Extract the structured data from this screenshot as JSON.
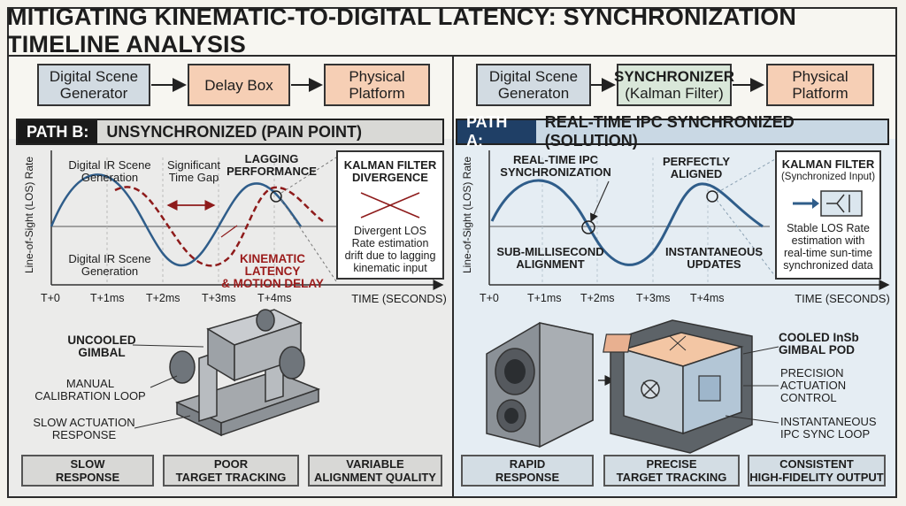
{
  "title": "MITIGATING KINEMATIC-TO-DIGITAL LATENCY: SYNCHRONIZATION TIMELINE ANALYSIS",
  "left": {
    "flow": [
      {
        "label": "Digital Scene\nGenerator"
      },
      {
        "label": "Delay Box"
      },
      {
        "label": "Physical\nPlatform"
      }
    ],
    "header_tag": "PATH B:",
    "header_text": "UNSYNCHRONIZED (PAIN POINT)",
    "y_axis": "Line-of-Sight (LOS) Rate",
    "x_axis": "TIME (SECONDS)",
    "ticks": [
      "T+0",
      "T+1ms",
      "T+2ms",
      "T+3ms",
      "T+4ms"
    ],
    "label_ir_top": "Digital IR Scene\nGeneration",
    "label_gap": "Significant\nTime Gap",
    "label_lagging": "LAGGING\nPERFORMANCE",
    "label_ir_bottom": "Digital IR Scene\nGeneration",
    "label_latency": "KINEMATIC LATENCY\n& MOTION DELAY",
    "callout_title": "KALMAN FILTER\nDIVERGENCE",
    "callout_text": "Divergent LOS\nRate estimation\ndrift due to lagging\nkinematic input",
    "hw_title": "UNCOOLED\nGIMBAL",
    "hw_label1": "MANUAL\nCALIBRATION LOOP",
    "hw_label2": "SLOW ACTUATION\nRESPONSE",
    "footer": [
      "SLOW\nRESPONSE",
      "POOR\nTARGET TRACKING",
      "VARIABLE\nALIGNMENT QUALITY"
    ]
  },
  "right": {
    "flow": [
      {
        "label": "Digital Scene\nGeneraton"
      },
      {
        "label": "SYNCHRONIZER",
        "sub": "(Kalman Filter)"
      },
      {
        "label": "Physical\nPlatform"
      }
    ],
    "header_tag": "PATH A:",
    "header_text": "REAL-TIME IPC SYNCHRONIZED (SOLUTION)",
    "y_axis": "Line-of-Sight (LOS) Rate",
    "x_axis": "TIME (SECONDS)",
    "ticks": [
      "T+0",
      "T+1ms",
      "T+2ms",
      "T+3ms",
      "T+4ms"
    ],
    "label_realtime": "REAL-TIME IPC\nSYNCHRONIZATION",
    "label_aligned": "PERFECTLY ALIGNED",
    "label_submilli": "SUB-MILLISECOND\nALIGNMENT",
    "label_instant": "INSTANTANEOUS\nUPDATES",
    "callout_title": "KALMAN FILTER",
    "callout_sub": "(Synchronized Input)",
    "callout_text": "Stable LOS Rate\nestimation with\nreal-time sun-time\nsynchronized data",
    "hw_title": "COOLED InSb\nGIMBAL POD",
    "hw_label1": "PRECISION\nACTUATION\nCONTROL",
    "hw_label2": "INSTANTANEOUS\nIPC SYNC LOOP",
    "footer": [
      "RAPID\nRESPONSE",
      "PRECISE\nTARGET TRACKING",
      "CONSISTENT\nHIGH-FIDELITY OUTPUT"
    ]
  },
  "colors": {
    "blue_curve": "#2f5d8a",
    "red_curve": "#8e1b1b",
    "gray_box": "#d2dbe2",
    "peach_box": "#f6cfb5",
    "green_box": "#d9e7d9",
    "header_right_bg": "#c9d8e4",
    "header_left_bg": "#d9d9d6"
  }
}
